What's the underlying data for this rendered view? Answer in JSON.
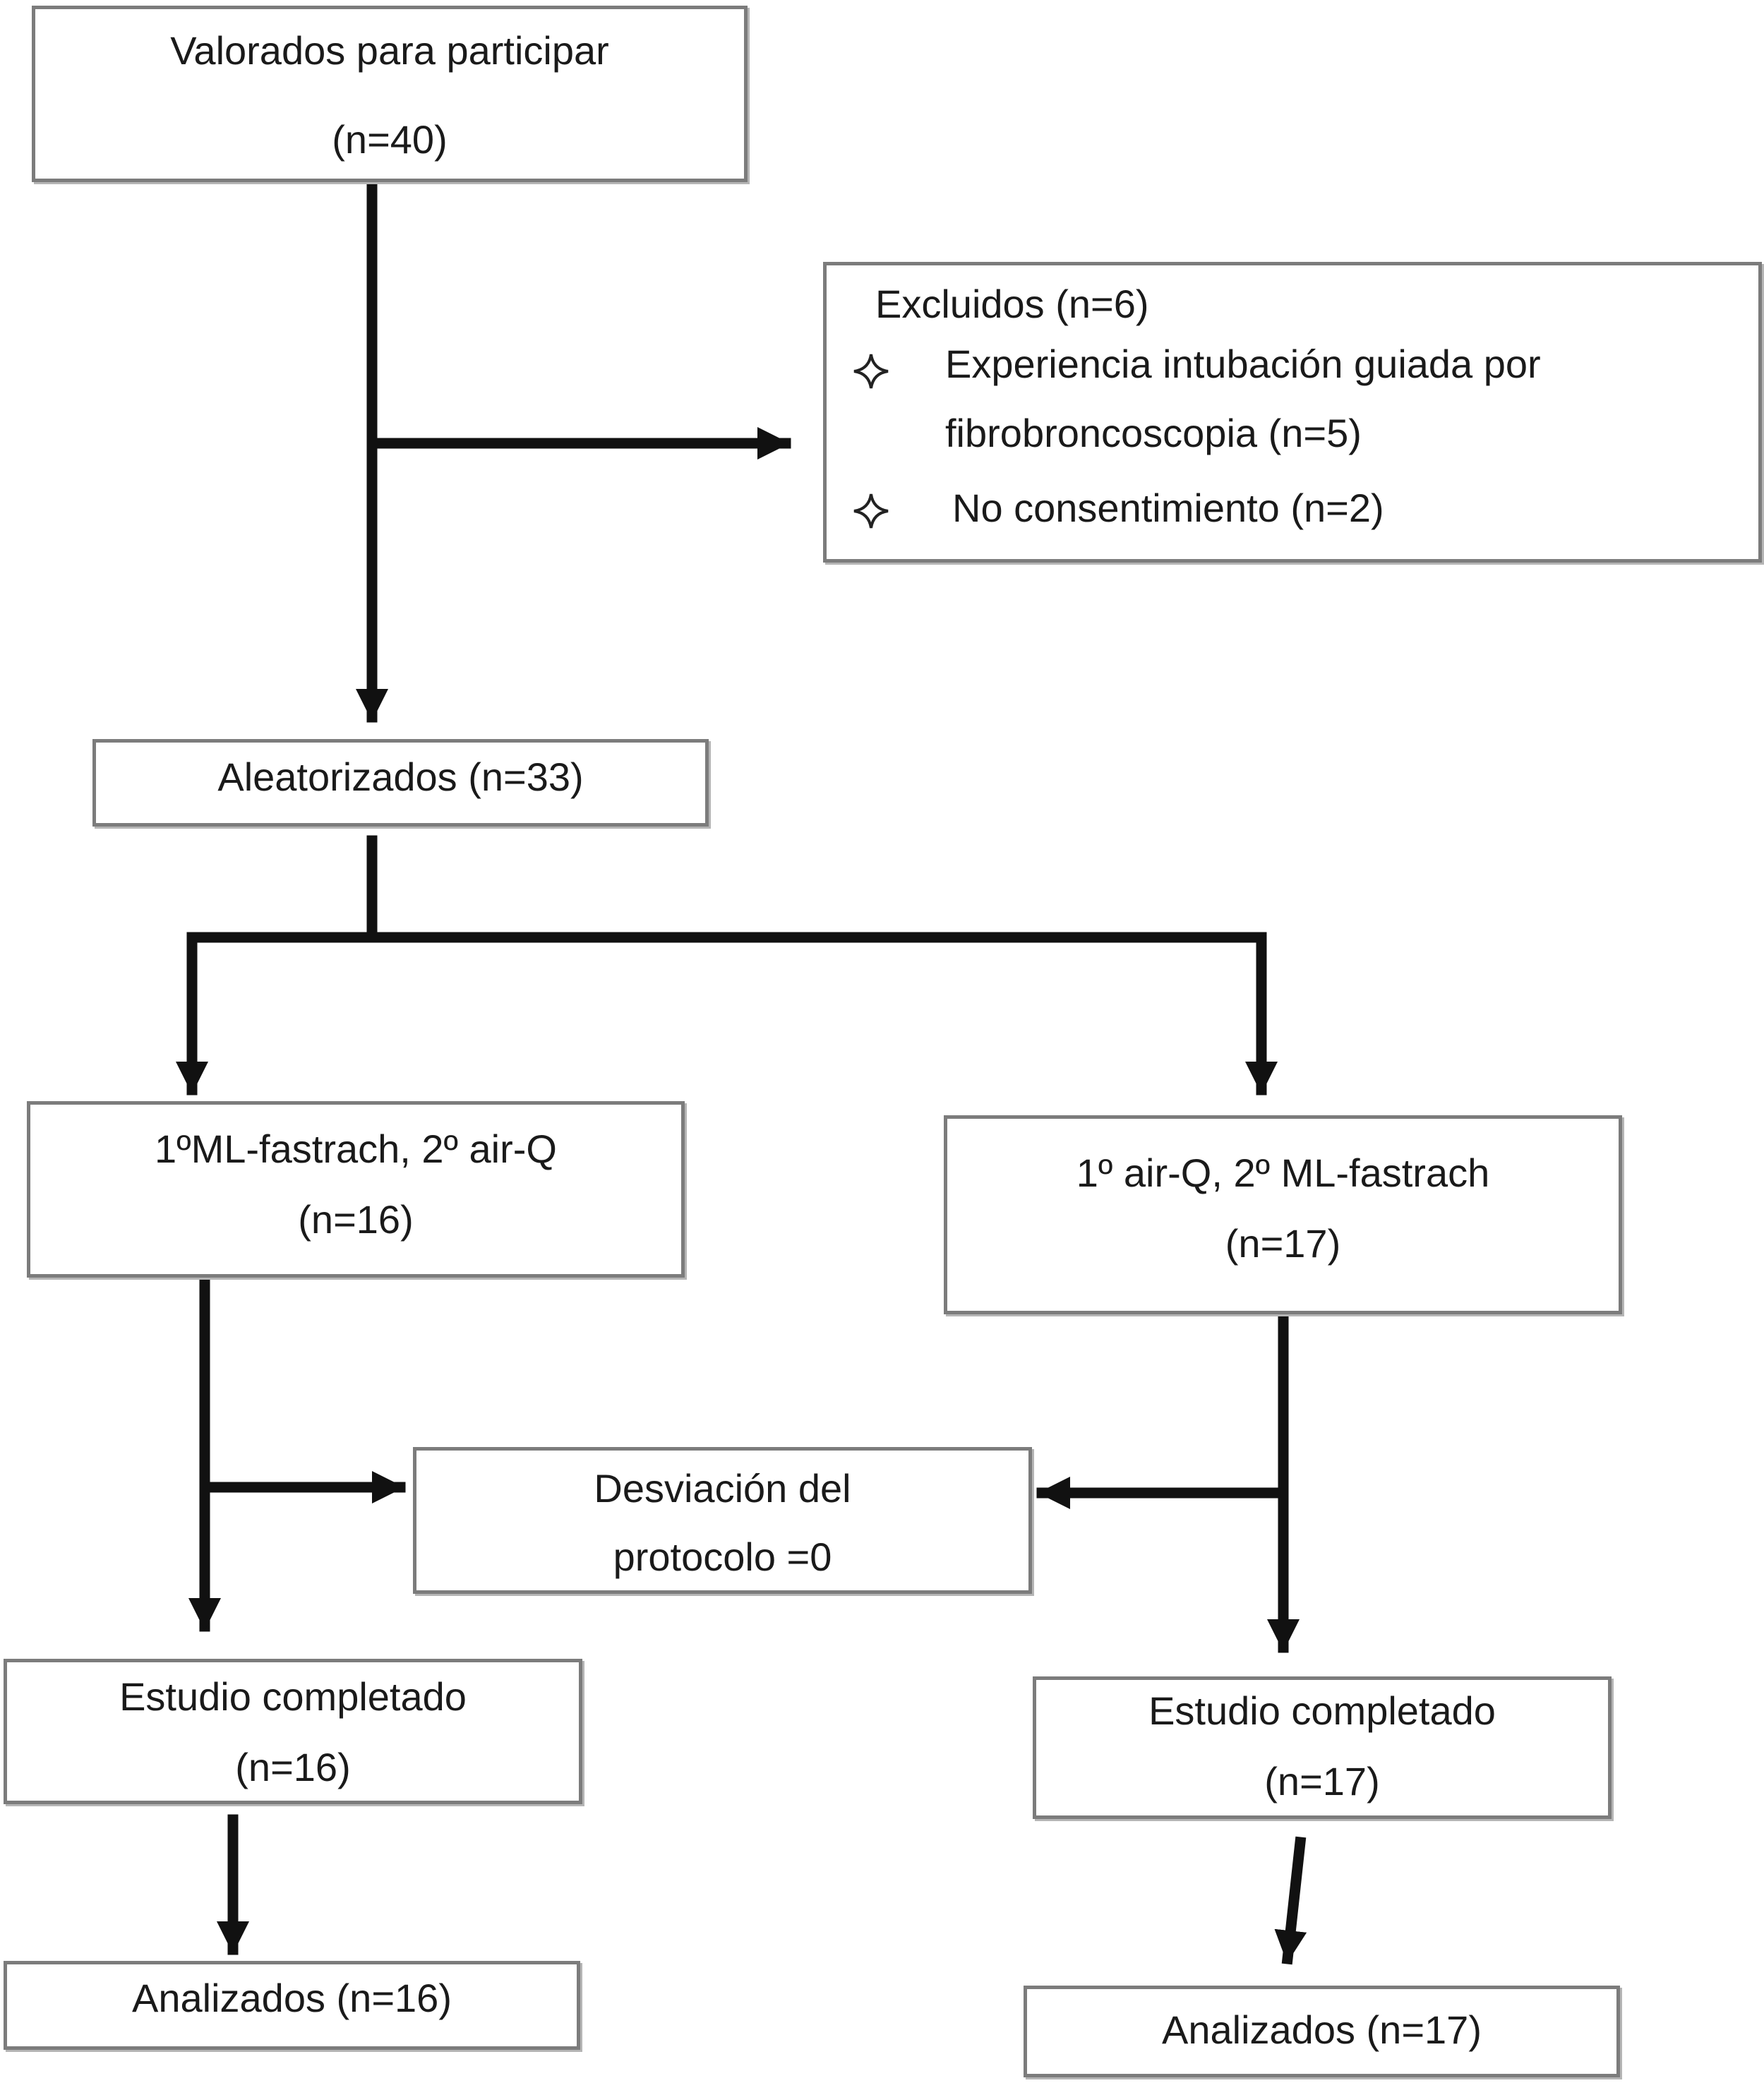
{
  "assessed": {
    "title": "Valorados para participar",
    "count": "(n=40)"
  },
  "excluded": {
    "title": "Excluidos (n=6)",
    "reason1_line1": "Experiencia intubación guiada por",
    "reason1_line2": "fibrobroncoscopia (n=5)",
    "reason2": "No consentimiento (n=2)"
  },
  "randomized": {
    "label": "Aleatorizados (n=33)"
  },
  "group_a": {
    "title": "1ºML-fastrach, 2º air-Q",
    "count": "(n=16)",
    "completed_title": "Estudio completado",
    "completed_count": "(n=16)",
    "analyzed": "Analizados (n=16)"
  },
  "group_b": {
    "title": "1º air-Q, 2º ML-fastrach",
    "count": "(n=17)",
    "completed_title": "Estudio completado",
    "completed_count": "(n=17)",
    "analyzed": "Analizados (n=17)"
  },
  "deviation": {
    "line1": "Desviación del",
    "line2": "protocolo =0"
  }
}
